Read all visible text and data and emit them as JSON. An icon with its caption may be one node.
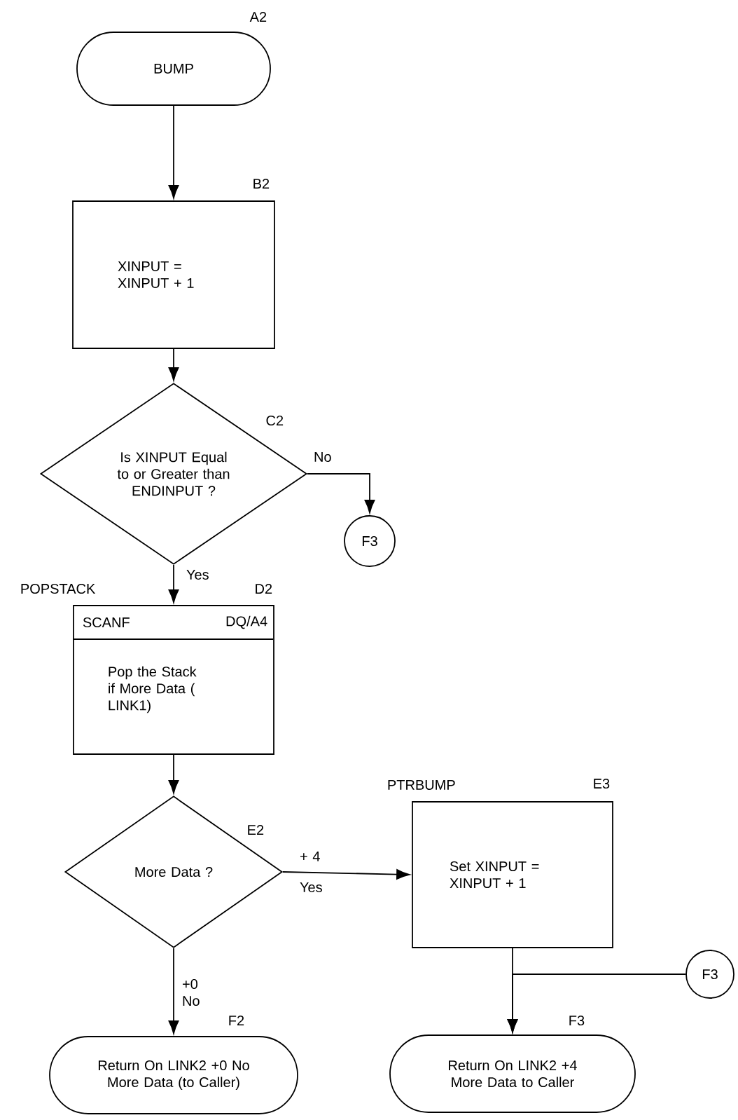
{
  "diagram": {
    "nodes": [
      {
        "text": [
          "BUMP"
        ],
        "beside": [
          "A2"
        ]
      },
      {
        "text": [
          "XINPUT = XINPUT + 1"
        ],
        "beside": [
          "B2"
        ]
      },
      {
        "text": [
          "Is XINPUT Equal to or Greater than ENDINPUT ?"
        ],
        "beside": [
          "C2"
        ]
      },
      {
        "text": [
          "F3"
        ]
      },
      {
        "text": [
          "SCANF",
          "DQ/A4",
          "Pop the Stack if More Data ( LINK1)"
        ],
        "beside": [
          "POPSTACK",
          "D2"
        ]
      },
      {
        "text": [
          "More Data ?"
        ],
        "beside": [
          "E2"
        ]
      },
      {
        "text": [
          "Set XINPUT = XINPUT + 1"
        ],
        "beside": [
          "PTRBUMP",
          "E3"
        ]
      },
      {
        "text": [
          "F3"
        ]
      },
      {
        "text": [
          "Return On LINK2 +0 No More Data (to Caller)"
        ],
        "beside": [
          "F2"
        ]
      },
      {
        "text": [
          "Return On LINK2 +4 More Data to Caller"
        ],
        "beside": [
          "F3"
        ]
      }
    ],
    "edges": [
      {
        "from": 0,
        "to": 1,
        "arrow": "to"
      },
      {
        "from": 1,
        "to": 2,
        "arrow": "to"
      },
      {
        "from": 2,
        "to": 3,
        "arrow": "to",
        "label": "No"
      },
      {
        "from": 2,
        "to": 4,
        "arrow": "to",
        "label": "Yes"
      },
      {
        "from": 4,
        "to": 5,
        "arrow": "to"
      },
      {
        "from": 5,
        "to": 6,
        "arrow": "to",
        "label": "+ 4 Yes"
      },
      {
        "from": 5,
        "to": 8,
        "arrow": "to",
        "label": "+0 No"
      },
      {
        "from": 6,
        "to": 9,
        "arrow": "to"
      },
      {
        "from": 7,
        "to": 9,
        "arrow": "to"
      }
    ]
  }
}
